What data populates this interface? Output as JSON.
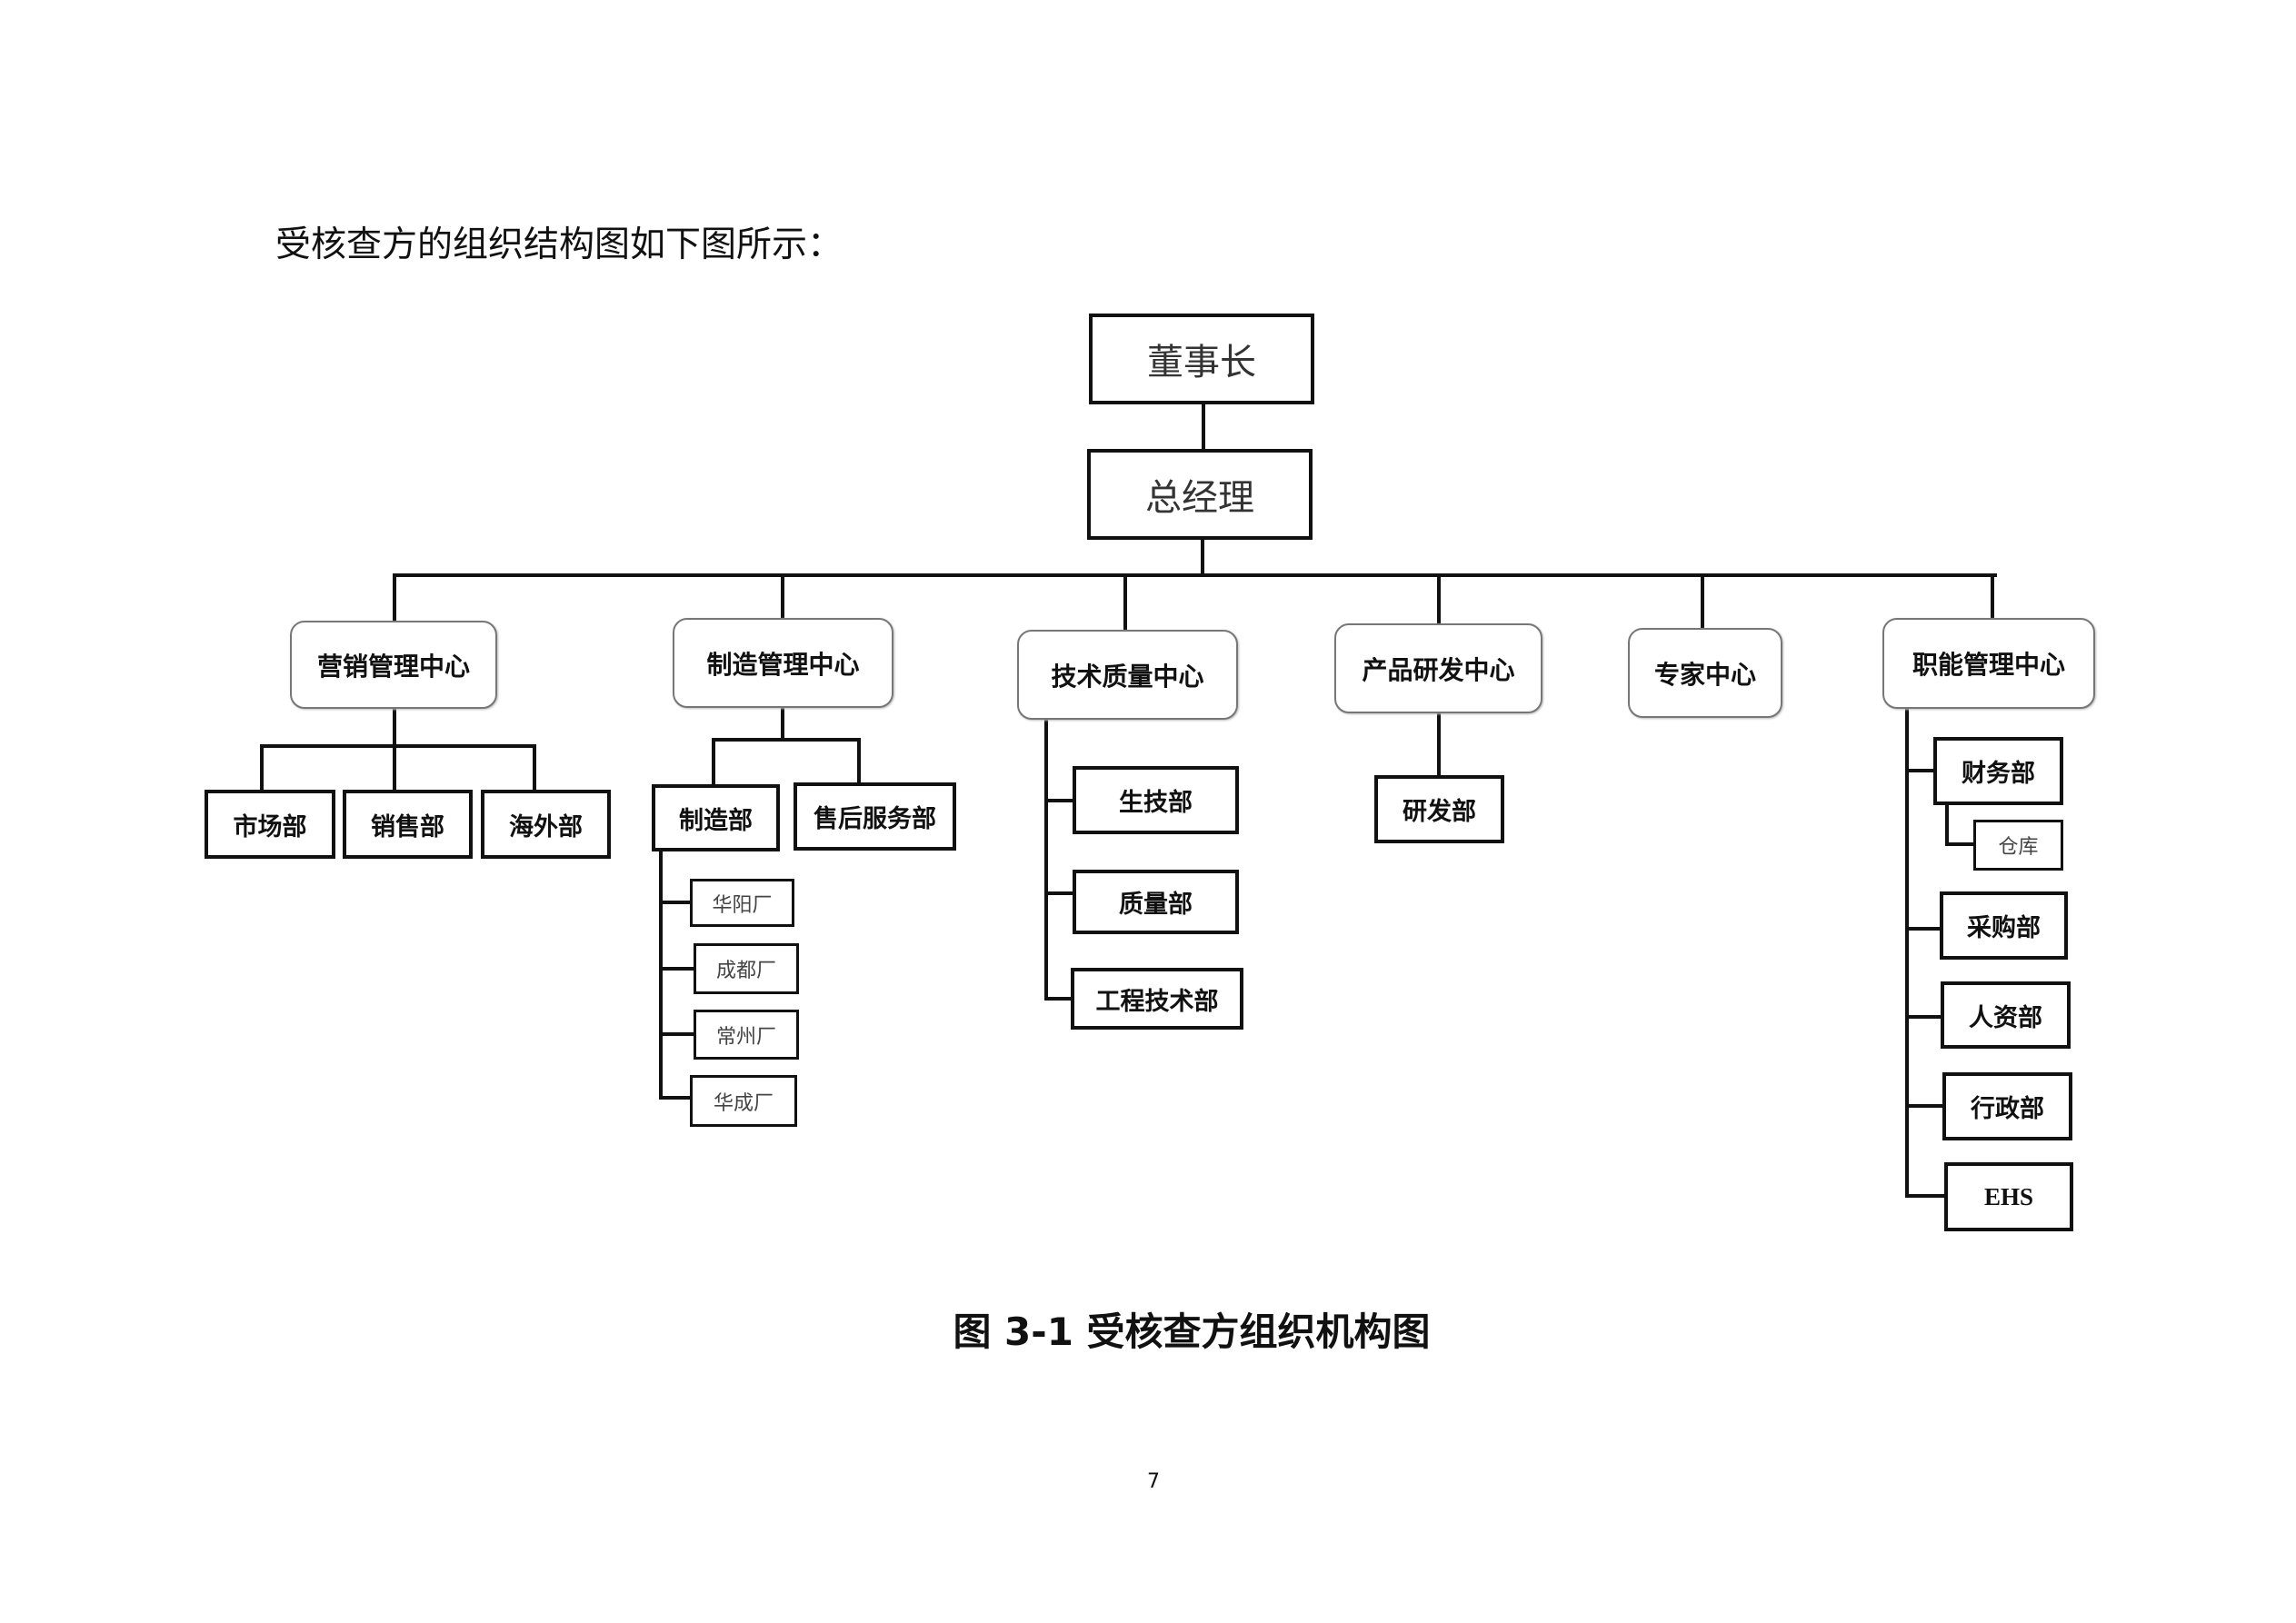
{
  "intro_text": "受核查方的组织结构图如下图所示：",
  "org": {
    "chairman": "董事长",
    "general_manager": "总经理",
    "centers": {
      "marketing": {
        "label": "营销管理中心",
        "depts": [
          "市场部",
          "销售部",
          "海外部"
        ]
      },
      "manufacturing": {
        "label": "制造管理中心",
        "depts": [
          "制造部",
          "售后服务部"
        ],
        "factories": [
          "华阳厂",
          "成都厂",
          "常州厂",
          "华成厂"
        ]
      },
      "tech_quality": {
        "label": "技术质量中心",
        "depts": [
          "生技部",
          "质量部",
          "工程技术部"
        ]
      },
      "product_rd": {
        "label": "产品研发中心",
        "depts": [
          "研发部"
        ]
      },
      "experts": {
        "label": "专家中心"
      },
      "functional": {
        "label": "职能管理中心",
        "depts": [
          "财务部",
          "仓库",
          "采购部",
          "人资部",
          "行政部",
          "EHS"
        ]
      }
    }
  },
  "caption": "图 3-1  受核查方组织机构图",
  "page_number": "7"
}
